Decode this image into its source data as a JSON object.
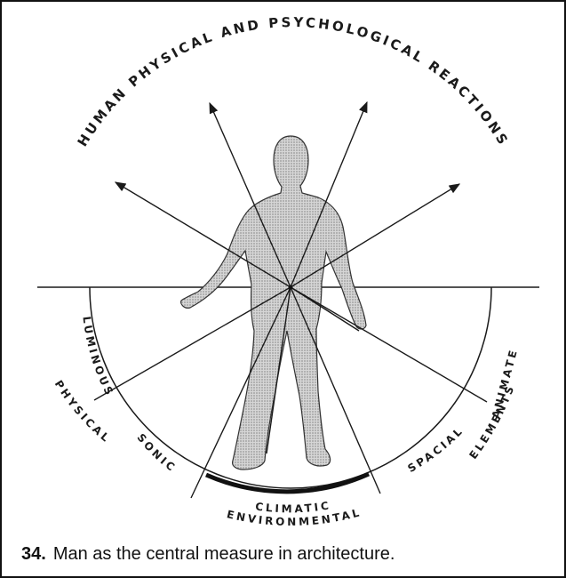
{
  "labels": {
    "top_arc": "HUMAN PHYSICAL AND PSYCHOLOGICAL REACTIONS",
    "physical": "PHYSICAL",
    "luminous": "LUMINOUS",
    "sonic": "SONIC",
    "climatic": "CLIMATIC",
    "environmental": "ENVIRONMENTAL",
    "spacial": "SPACIAL",
    "animate": "ANIMATE",
    "elements": "ELEMENTS"
  },
  "caption": {
    "number": "34.",
    "text": "Man as the central measure in architecture."
  },
  "colors": {
    "ink": "#1a1a1a",
    "figure_fill": "#c9c9c9"
  }
}
